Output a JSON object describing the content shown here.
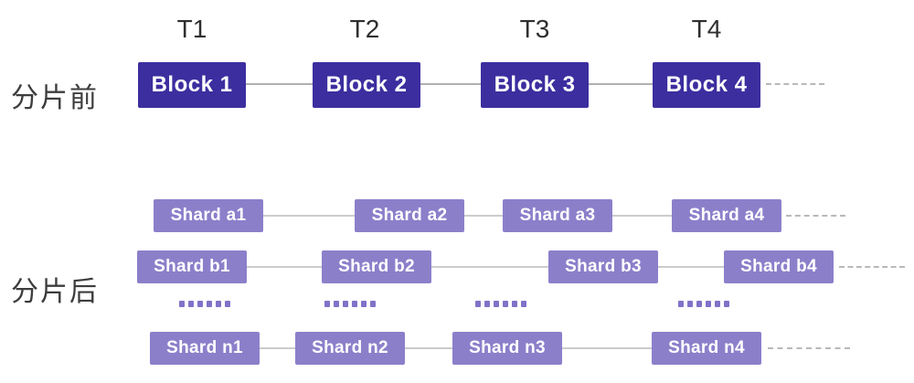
{
  "colors": {
    "block_fill": "#3c2e9f",
    "shard_fill": "#8c7fca",
    "ellipsis_dots": "#7f73c8",
    "line_solid": "#b0b0b0",
    "line_dashed": "#b9b9b9",
    "label_text": "#3d3d3d"
  },
  "before": {
    "label": "分片前",
    "time_labels": [
      "T1",
      "T2",
      "T3",
      "T4"
    ],
    "blocks": [
      "Block 1",
      "Block 2",
      "Block 3",
      "Block 4"
    ]
  },
  "after": {
    "label": "分片后",
    "rows": [
      {
        "id": "a",
        "shards": [
          "Shard a1",
          "Shard a2",
          "Shard a3",
          "Shard a4"
        ]
      },
      {
        "id": "b",
        "shards": [
          "Shard b1",
          "Shard b2",
          "Shard b3",
          "Shard b4"
        ]
      },
      {
        "id": "n",
        "shards": [
          "Shard n1",
          "Shard n2",
          "Shard n3",
          "Shard n4"
        ]
      }
    ],
    "ellipsis": "......"
  }
}
